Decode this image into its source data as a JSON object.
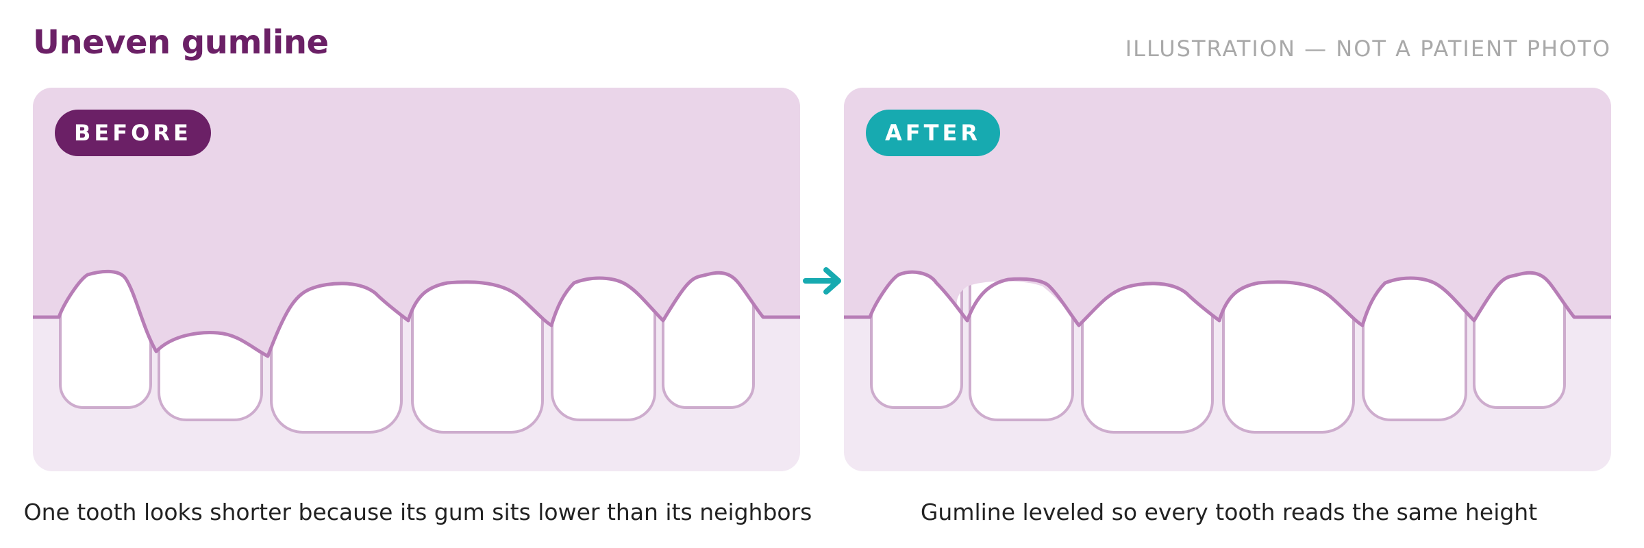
{
  "title": "Uneven gumline",
  "tag": "ILLUSTRATION — NOT A PATIENT PHOTO",
  "before": {
    "badge": "BEFORE",
    "caption": "One tooth looks shorter because its gum sits lower than its neighbors"
  },
  "after": {
    "badge": "AFTER",
    "caption": "Gumline leveled so every tooth reads the same height"
  },
  "colors": {
    "brand": "#6b2066",
    "accent": "#17aab0",
    "gum": "#ead5e9",
    "gum_line": "#b77db6",
    "panel_bg": "#f2e8f3",
    "tooth_outline": "#cdaccd",
    "caption": "#222222",
    "tag": "#a9a9a9"
  },
  "icons": {
    "transition": "arrow-right-icon"
  }
}
